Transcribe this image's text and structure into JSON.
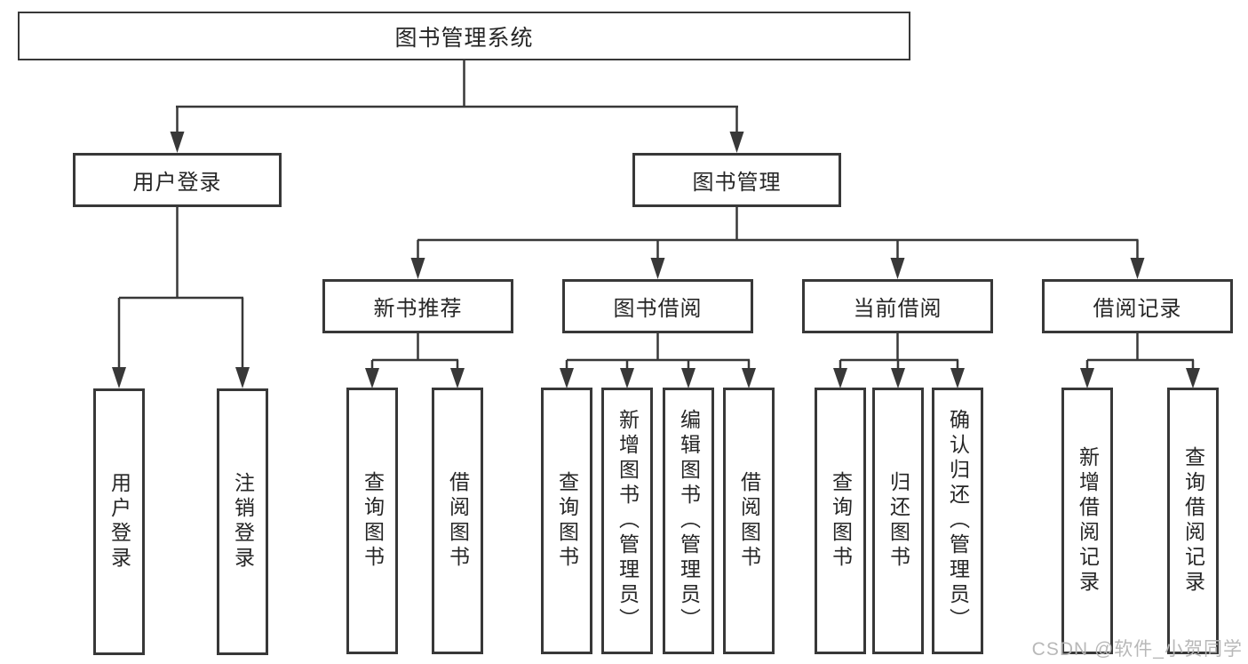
{
  "tree": {
    "root": "图书管理系统",
    "user_login": {
      "label": "用户登录",
      "children": {
        "login": "用户登录",
        "logout": "注销登录"
      }
    },
    "book_management": {
      "label": "图书管理",
      "new_book_recommend": {
        "label": "新书推荐",
        "children": {
          "query_book": "查询图书",
          "borrow_book": "借阅图书"
        }
      },
      "book_borrow": {
        "label": "图书借阅",
        "children": {
          "query_book": "查询图书",
          "add_book": "新增图书（管理员）",
          "edit_book": "编辑图书（管理员）",
          "borrow_book": "借阅图书"
        }
      },
      "current_borrow": {
        "label": "当前借阅",
        "children": {
          "query_book": "查询图书",
          "return_book": "归还图书",
          "confirm_return": "确认归还（管理员）"
        }
      },
      "borrow_record": {
        "label": "借阅记录",
        "children": {
          "add_record": "新增借阅记录",
          "query_record": "查询借阅记录"
        }
      }
    }
  },
  "watermark": "CSDN @软件_小贺同学",
  "colors": {
    "line": "#383838",
    "text": "#262626",
    "node_background": "#ffffff",
    "watermark": "#b5b5b5",
    "background": "#ffffff"
  }
}
